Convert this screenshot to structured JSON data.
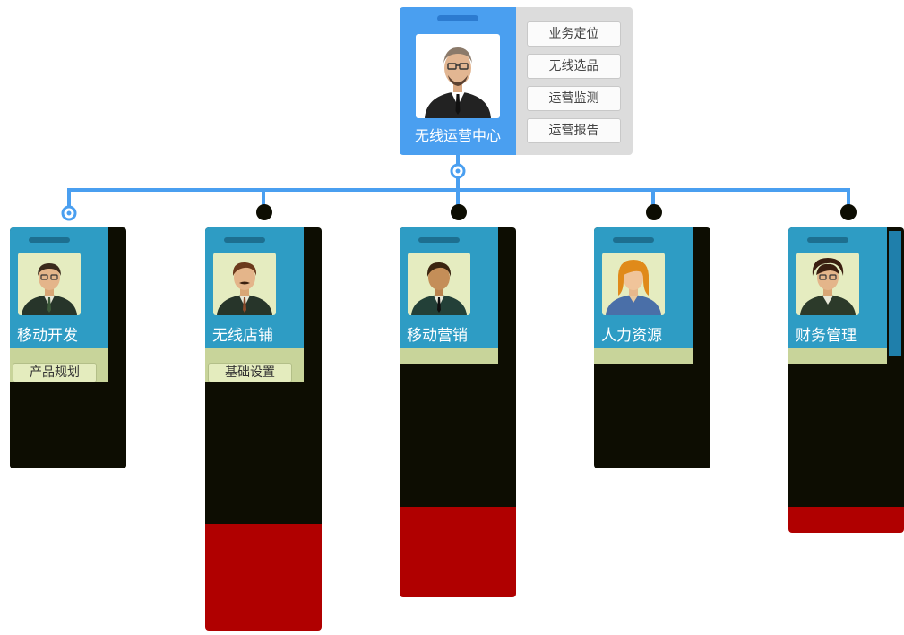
{
  "root": {
    "title": "无线运营中心",
    "menu": [
      "业务定位",
      "无线选品",
      "运营监测",
      "运营报告"
    ]
  },
  "departments": [
    {
      "label": "移动开发",
      "sub_item": "产品规划"
    },
    {
      "label": "无线店铺",
      "sub_item": "基础设置"
    },
    {
      "label": "移动营销",
      "sub_item": ""
    },
    {
      "label": "人力资源",
      "sub_item": ""
    },
    {
      "label": "财务管理",
      "sub_item": ""
    }
  ],
  "colors": {
    "root_blue": "#4a9ff0",
    "card_blue": "#2e9cc4",
    "connector": "#4a9ff0",
    "node_dark": "#0d0d02"
  }
}
